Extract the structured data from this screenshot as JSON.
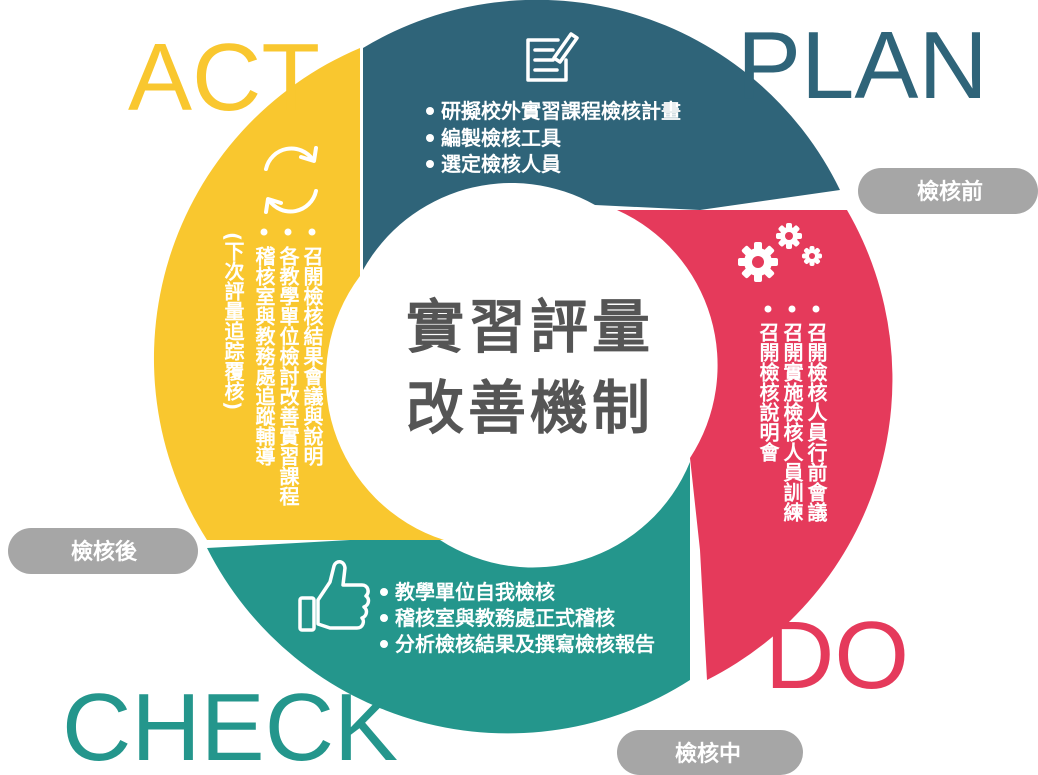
{
  "center": {
    "line1": "實習評量",
    "line2": "改善機制"
  },
  "colors": {
    "plan": "#2F6479",
    "do": "#E53A5B",
    "check": "#24968C",
    "act": "#F9C72F",
    "pill": "#A6A6A6",
    "center_text": "#555555",
    "white": "#FFFFFF"
  },
  "plan": {
    "label": "PLAN",
    "icon": "checklist-icon",
    "items": [
      "研擬校外實習課程檢核計畫",
      "編製檢核工具",
      "選定檢核人員"
    ]
  },
  "do": {
    "label": "DO",
    "icon": "gears-icon",
    "items": [
      "召開檢核人員行前會議",
      "召開實施檢核人員訓練",
      "召開檢核說明會"
    ]
  },
  "check": {
    "label": "CHECK",
    "icon": "thumbs-up-icon",
    "items": [
      "教學單位自我檢核",
      "稽核室與教務處正式稽核",
      "分析檢核結果及撰寫檢核報告"
    ]
  },
  "act": {
    "label": "ACT",
    "icon": "refresh-cycle-icon",
    "items": [
      "召開檢核結果會議與說明",
      "各教學單位檢討改善實習課程",
      "稽核室與教務處追蹤輔導"
    ],
    "note": "(下次評量追踪覆核)"
  },
  "stages": {
    "before": "檢核前",
    "during": "檢核中",
    "after": "檢核後"
  }
}
